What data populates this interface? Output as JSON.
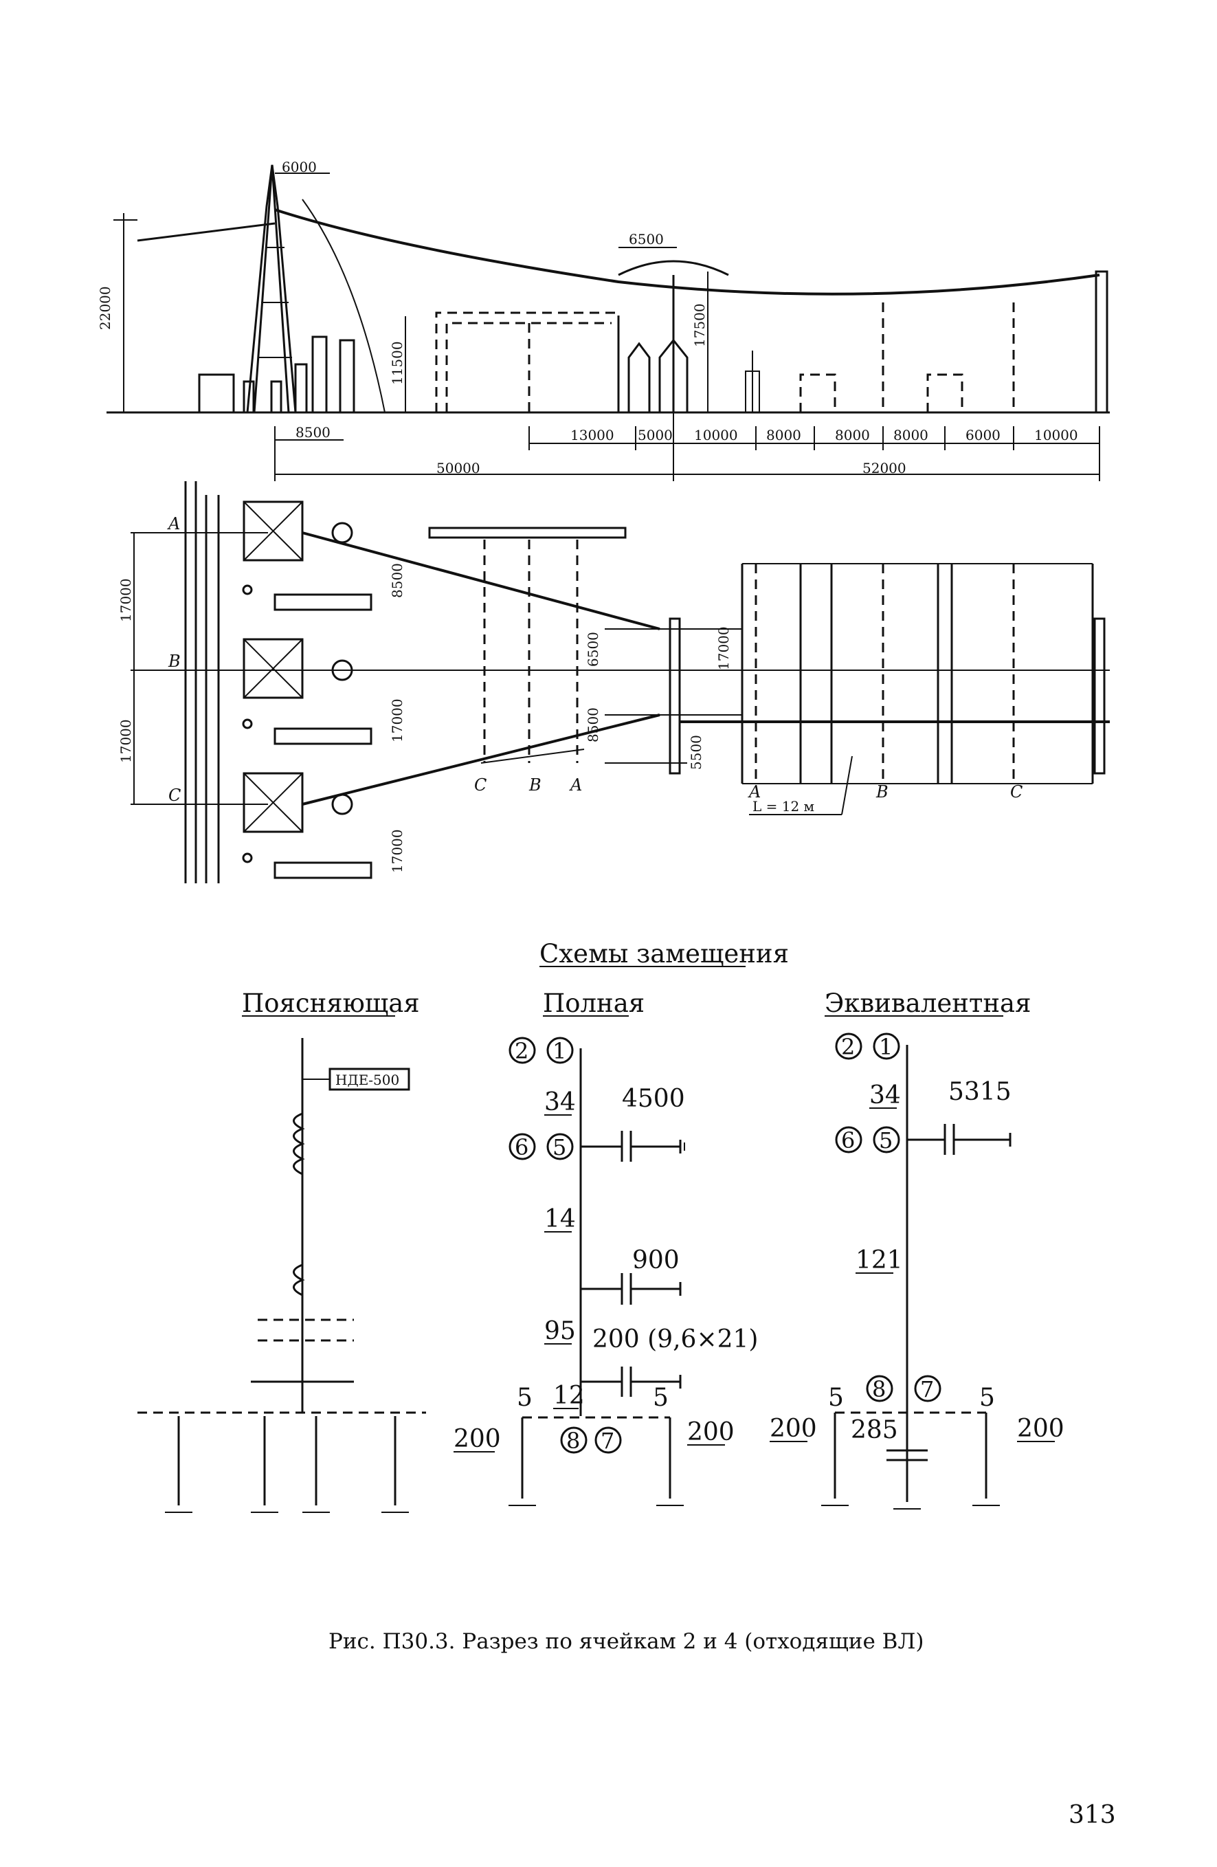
{
  "elevation": {
    "dims_top": [
      "6000",
      "6500"
    ],
    "dims_vertical": [
      "22000",
      "11500",
      "17500"
    ],
    "dims_bottom_row": [
      "8500",
      "13000",
      "5000",
      "10000",
      "8000",
      "8000",
      "8000",
      "6000",
      "10000"
    ],
    "dims_total": [
      "50000",
      "52000"
    ]
  },
  "plan": {
    "phase_left": [
      "A",
      "B",
      "C"
    ],
    "dims_left": [
      "17000",
      "17000"
    ],
    "dims_mid": [
      "8500",
      "17000",
      "17000"
    ],
    "dims_center": [
      "6500",
      "8500",
      "17000",
      "5500"
    ],
    "phase_mid": [
      "C",
      "B",
      "A"
    ],
    "phase_right": [
      "A",
      "B",
      "C"
    ],
    "length_label": "L = 12 м"
  },
  "schemes": {
    "title": "Схемы замещения",
    "explanatory": {
      "title": "Поясняющая",
      "device_label": "НДЕ-500"
    },
    "full": {
      "title": "Полная",
      "top_nodes": [
        "2",
        "1"
      ],
      "seg1": "34",
      "cap1": "4500",
      "mid_nodes": [
        "6",
        "5"
      ],
      "seg2": "14",
      "cap2": "900",
      "seg3": "95",
      "cap3": "200 (9,6×21)",
      "seg4": "12",
      "side_left_top": "5",
      "side_right_top": "5",
      "side_left": "200",
      "side_right": "200",
      "bottom_nodes": [
        "8",
        "7"
      ]
    },
    "equivalent": {
      "title": "Эквивалентная",
      "top_nodes": [
        "2",
        "1"
      ],
      "seg1": "34",
      "cap1": "5315",
      "mid_nodes": [
        "6",
        "5"
      ],
      "seg2": "121",
      "bottom_nodes": [
        "8",
        "7"
      ],
      "side_left_top": "5",
      "side_right_top": "5",
      "side_left": "200",
      "side_right": "200",
      "cap_bottom": "285"
    }
  },
  "caption": "Рис. П30.3. Разрез по ячейкам 2 и 4 (отходящие ВЛ)",
  "page_number": "313"
}
